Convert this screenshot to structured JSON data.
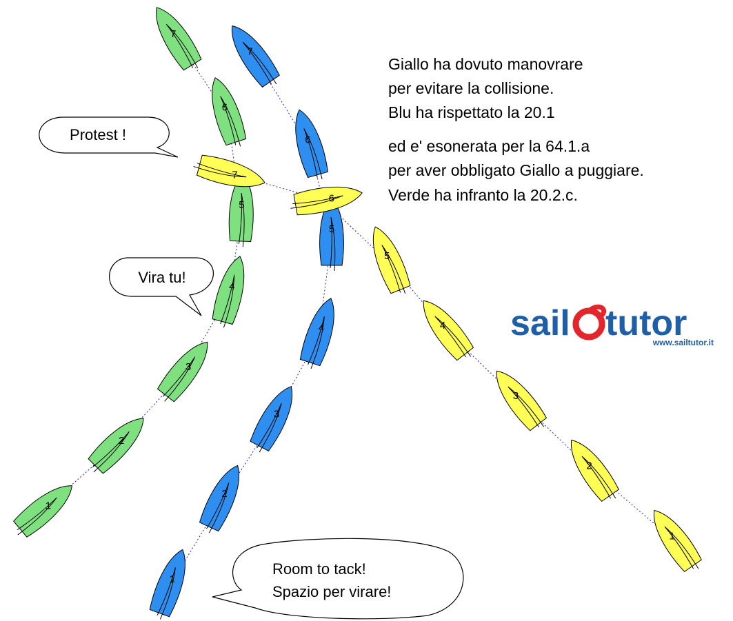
{
  "verdict": {
    "lines": [
      "Giallo ha dovuto manovrare",
      "per evitare la collisione.",
      "Blu ha rispettato la 20.1",
      "ed e' esonerata per la 64.1.a",
      "per aver obbligato Giallo a puggiare.",
      "Verde ha infranto la 20.2.c."
    ]
  },
  "bubbles": {
    "protest": "Protest !",
    "vira_tu": "Vira tu!",
    "room_line1": "Room to tack!",
    "room_line2": "Spazio per virare!"
  },
  "logo": {
    "word_left": "sail",
    "word_right": "tutor",
    "url": "www.sailtutor.it",
    "brand_blue": "#1f5fa8",
    "brand_red": "#e3262b"
  },
  "colors": {
    "green": "#7fe07f",
    "blue": "#2e8ff0",
    "yellow": "#ffff55",
    "track": "#1a1aff"
  },
  "fleets": [
    {
      "name": "green",
      "positions": [
        "1",
        "2",
        "3",
        "4",
        "5",
        "6",
        "7"
      ]
    },
    {
      "name": "blue",
      "positions": [
        "1",
        "2",
        "3",
        "4",
        "5",
        "6",
        "7"
      ]
    },
    {
      "name": "yellow",
      "positions": [
        "1",
        "2",
        "3",
        "4",
        "5",
        "6",
        "7"
      ]
    }
  ]
}
